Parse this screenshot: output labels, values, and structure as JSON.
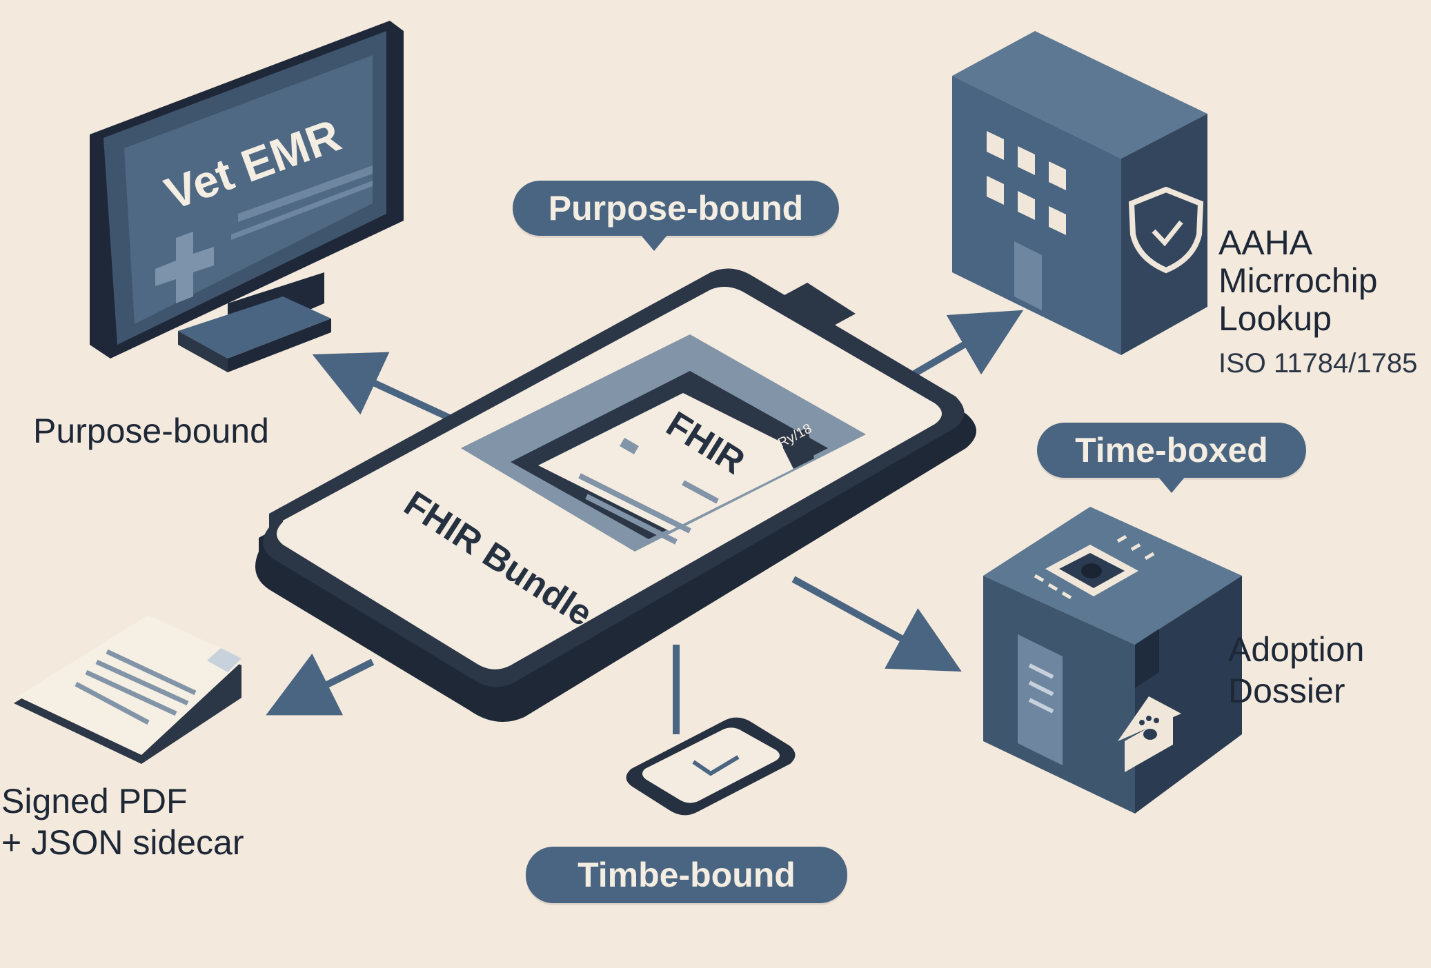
{
  "nodes": {
    "vet_emr": {
      "screen_text": "Vet EMR",
      "label": "Purpose-bound"
    },
    "phone": {
      "card_title": "FHIR",
      "card_badge": "Ry/18",
      "bundle_label": "FHIR Bundle"
    },
    "microchip": {
      "line1": "AAHA",
      "line2": "Micrrochip",
      "line3": "Lookup",
      "standard": "ISO 11784/1785"
    },
    "adoption": {
      "line1": "Adoption",
      "line2": "Dossier"
    },
    "signed_pdf": {
      "line1": "Signed PDF",
      "line2": "+ JSON sidecar"
    }
  },
  "callouts": {
    "top": "Purpose-bound",
    "right": "Time-boxed",
    "bottom": "Timbe-bound"
  },
  "colors": {
    "background": "#f3e9dd",
    "navy": "#4a6581",
    "dark": "#253040",
    "paper": "#f6efe3"
  }
}
